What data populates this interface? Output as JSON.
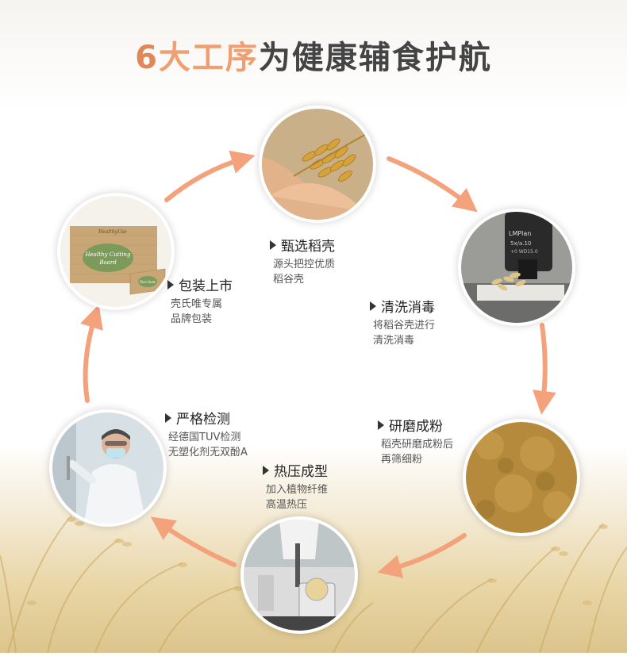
{
  "title": {
    "num": "6",
    "highlight": "大工序",
    "rest": "为健康辅食护航"
  },
  "steps": [
    {
      "label": "甄选稻壳",
      "desc1": "源头把控优质",
      "desc2": "稻谷壳",
      "icon": "rice-grain-icon"
    },
    {
      "label": "清洗消毒",
      "desc1": "将稻谷壳进行",
      "desc2": "清洗消毒",
      "icon": "microscope-icon"
    },
    {
      "label": "研磨成粉",
      "desc1": "稻壳研磨成粉后",
      "desc2": "再筛细粉",
      "icon": "powder-icon"
    },
    {
      "label": "热压成型",
      "desc1": "加入植物纤维",
      "desc2": "高温热压",
      "icon": "lab-equipment-icon"
    },
    {
      "label": "严格检测",
      "desc1": "经德国TUV检测",
      "desc2": "无塑化剂无双酚A",
      "icon": "scientist-icon"
    },
    {
      "label": "包装上市",
      "desc1": "壳氏唯专属",
      "desc2": "品牌包装",
      "icon": "package-box-icon"
    }
  ],
  "package": {
    "box_text1": "Healthy Cutting",
    "box_text2": "Board",
    "brand": "HealthyUse",
    "small_text": "Rice Husk"
  },
  "microscope_text": {
    "line1": "LMPlan",
    "line2": "5x/a.10",
    "line3": "+0 WD15.0"
  },
  "colors": {
    "accent": "#f0a070",
    "title_num": "#e0885a",
    "arrow": "#f4a27c"
  }
}
